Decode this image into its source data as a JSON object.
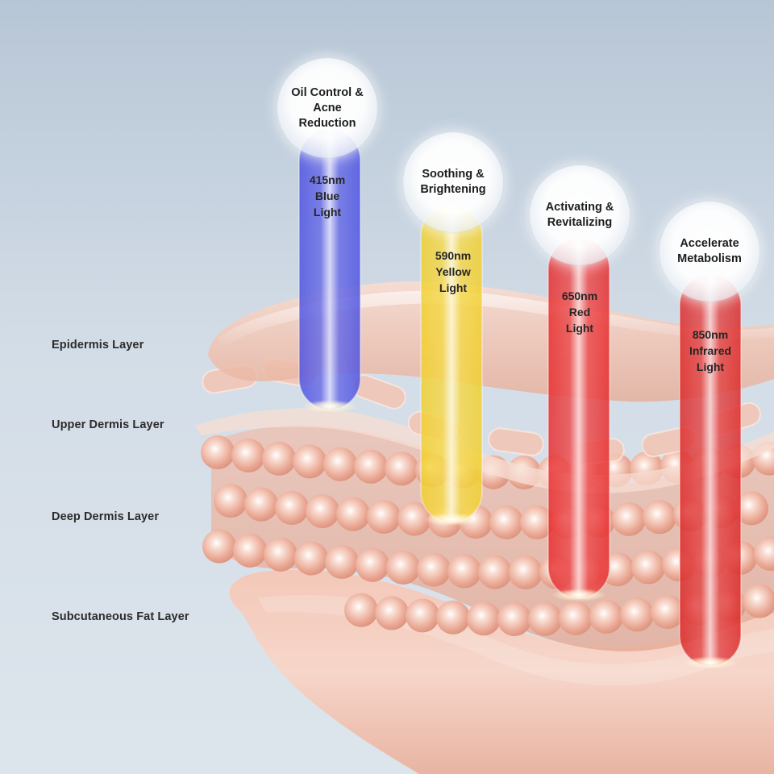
{
  "layers": [
    {
      "id": "epidermis",
      "label": "Epidermis Layer"
    },
    {
      "id": "upper-dermis",
      "label": "Upper Dermis Layer"
    },
    {
      "id": "deep-dermis",
      "label": "Deep Dermis Layer"
    },
    {
      "id": "subcutaneous",
      "label": "Subcutaneous Fat Layer"
    }
  ],
  "lights": [
    {
      "id": "blue",
      "benefit": "Oil Control &\nAcne\nReduction",
      "wavelength": "415nm\nBlue\nLight",
      "color": "#4a4fe0"
    },
    {
      "id": "yellow",
      "benefit": "Soothing &\nBrightening",
      "wavelength": "590nm\nYellow\nLight",
      "color": "#f2cf2a"
    },
    {
      "id": "red",
      "benefit": "Activating &\nRevitalizing",
      "wavelength": "650nm\nRed\nLight",
      "color": "#e6282a"
    },
    {
      "id": "infrared",
      "benefit": "Accelerate\nMetabolism",
      "wavelength": "850nm\nInfrared\nLight",
      "color": "#dc2424"
    }
  ],
  "colors": {
    "skin_light": "#f6d4c6",
    "skin_mid": "#eab29f",
    "skin_dark": "#d99682",
    "background_top": "#b7c6d6",
    "background_bottom": "#dde5ec"
  }
}
